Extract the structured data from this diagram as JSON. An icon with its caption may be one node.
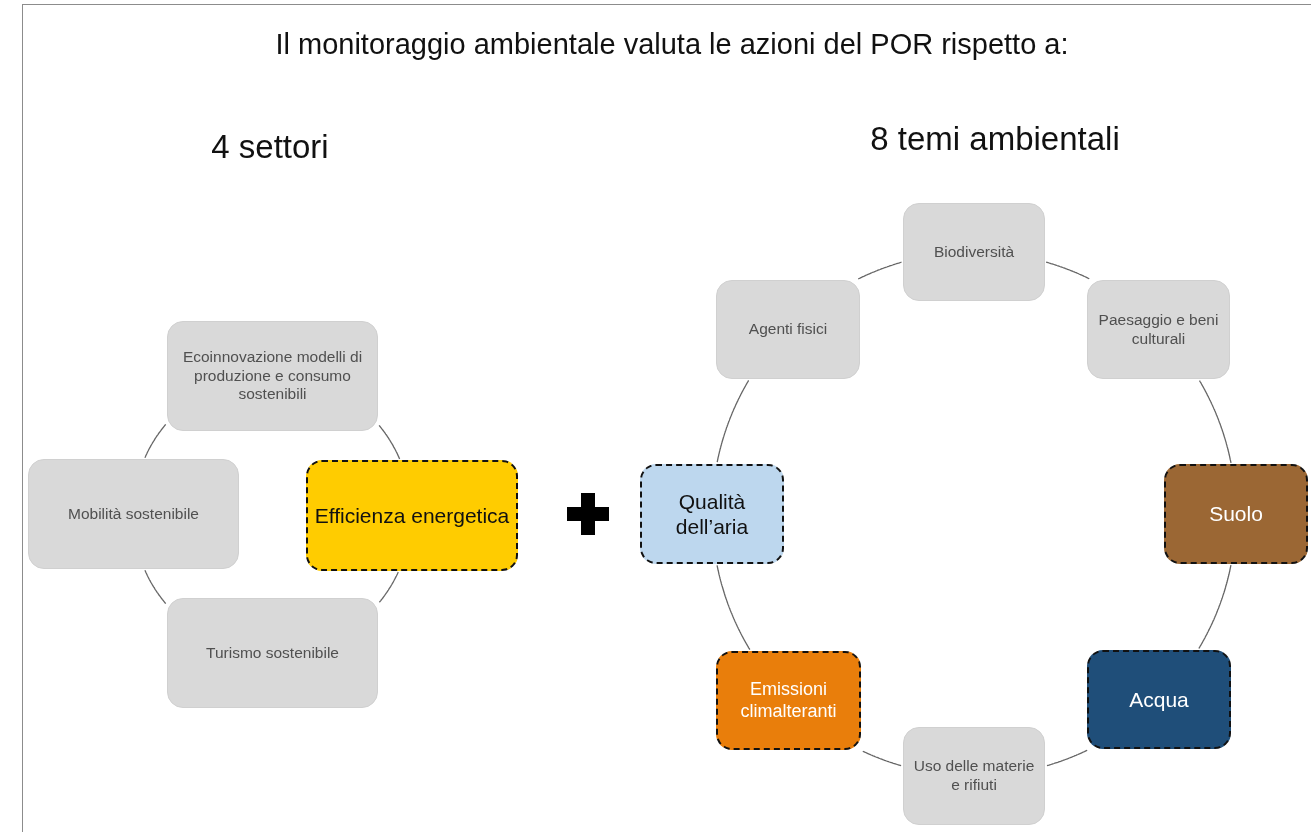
{
  "diagram": {
    "title": "Il monitoraggio ambientale valuta le azioni del POR rispetto a:",
    "nodes": [
      {
        "text": [
          "Ecoinnovazione modelli di produzione e consumo sostenibili"
        ]
      },
      {
        "text": [
          "Efficienza energetica"
        ]
      },
      {
        "text": [
          "Turismo sostenibile"
        ]
      },
      {
        "text": [
          "Mobilità sostenibile"
        ]
      },
      {
        "text": [
          "Biodiversità"
        ]
      },
      {
        "text": [
          "Paesaggio e beni culturali"
        ]
      },
      {
        "text": [
          "Suolo"
        ]
      },
      {
        "text": [
          "Acqua"
        ]
      },
      {
        "text": [
          "Uso delle materie e rifiuti"
        ]
      },
      {
        "text": [
          "Emissioni climalteranti"
        ]
      },
      {
        "text": [
          "Qualità dell’aria"
        ]
      },
      {
        "text": [
          "Agenti fisici"
        ]
      }
    ],
    "edges": [
      {
        "from": 0,
        "to": 1,
        "arrow": "none"
      },
      {
        "from": 1,
        "to": 2,
        "arrow": "none"
      },
      {
        "from": 2,
        "to": 3,
        "arrow": "none"
      },
      {
        "from": 3,
        "to": 0,
        "arrow": "none"
      },
      {
        "from": 4,
        "to": 5,
        "arrow": "none"
      },
      {
        "from": 5,
        "to": 6,
        "arrow": "none"
      },
      {
        "from": 6,
        "to": 7,
        "arrow": "none"
      },
      {
        "from": 7,
        "to": 8,
        "arrow": "none"
      },
      {
        "from": 8,
        "to": 9,
        "arrow": "none"
      },
      {
        "from": 9,
        "to": 10,
        "arrow": "none"
      },
      {
        "from": 10,
        "to": 11,
        "arrow": "none"
      },
      {
        "from": 11,
        "to": 4,
        "arrow": "none"
      }
    ],
    "labels": [
      "4 settori",
      "8 temi ambientali"
    ]
  }
}
